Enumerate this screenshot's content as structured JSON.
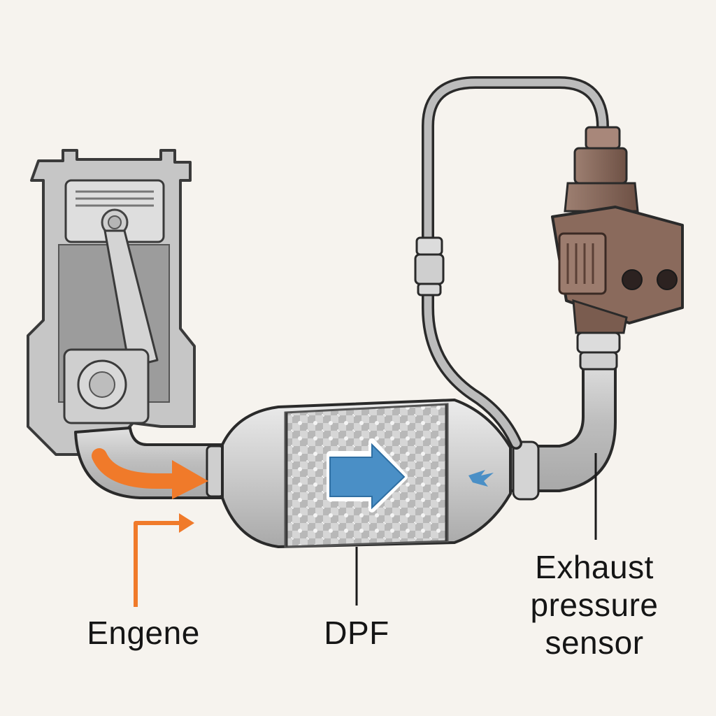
{
  "labels": {
    "engine": "Engene",
    "dpf": "DPF",
    "sensor": [
      "Exhaust",
      "pressure",
      "sensor"
    ]
  },
  "icons": {
    "engine": "engine-cylinder-piston-icon",
    "dpf": "diesel-particulate-filter-icon",
    "sensor": "pressure-sensor-icon",
    "hot_flow": "orange-flow-arrow-icon",
    "clean_flow": "blue-flow-arrow-icon"
  },
  "colors": {
    "background": "#f6f3ee",
    "outline": "#2a2a2a",
    "metal": "#c9c9c9",
    "metal_dark": "#9f9f9f",
    "hot_flow": "#f07a2a",
    "clean_flow": "#4a8fc6",
    "sensor_body": "#8a6a5c"
  }
}
